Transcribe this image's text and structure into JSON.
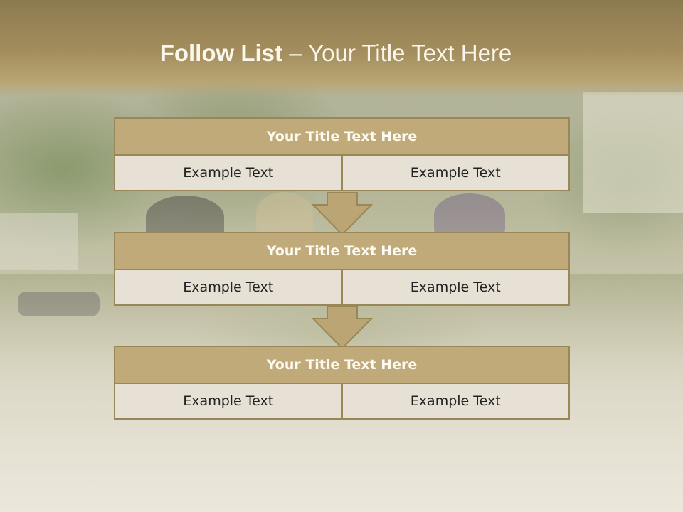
{
  "slide": {
    "title_bold": "Follow List",
    "title_rest": "  – Your Title Text Here"
  },
  "steps": [
    {
      "title": "Your Title Text Here",
      "left": "Example Text",
      "right": "Example Text"
    },
    {
      "title": "Your Title Text Here",
      "left": "Example Text",
      "right": "Example Text"
    },
    {
      "title": "Your Title Text Here",
      "left": "Example Text",
      "right": "Example Text"
    }
  ],
  "colors": {
    "header": "#a48e5e",
    "box_head": "#c1aa79",
    "box_cell": "#e6e1d4",
    "border": "#9a8758"
  }
}
